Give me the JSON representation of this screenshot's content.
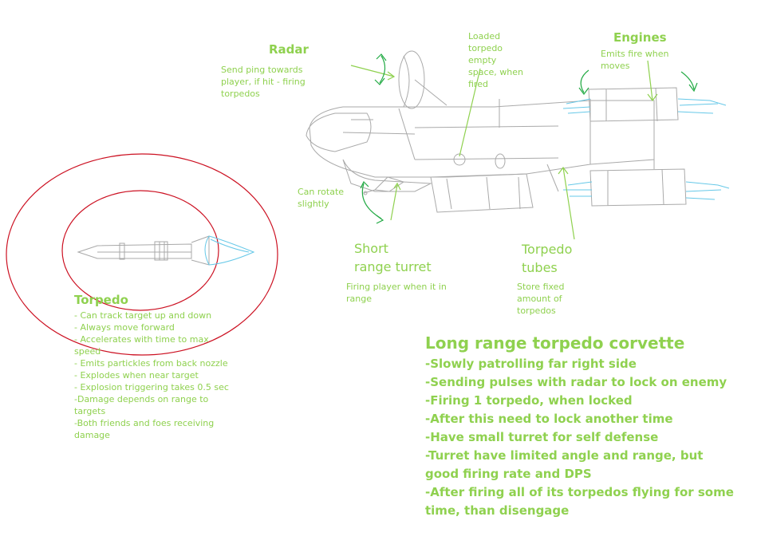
{
  "labels": {
    "radar": {
      "title": "Radar",
      "desc": "Send ping towards\nplayer, if hit - firing\ntorpedos"
    },
    "loaded_torpedo": "Loaded\ntorpedo\nempty\nspace, when\nfired",
    "engines": {
      "title": "Engines",
      "desc": "Emits fire when\nmoves"
    },
    "can_rotate": "Can rotate\nslightly",
    "short_turret": {
      "title": "Short\nrange turret",
      "desc": "Firing player when it in\nrange"
    },
    "torpedo_tubes": {
      "title": "Torpedo\ntubes",
      "desc": "Store fixed\namount of\ntorpedos"
    }
  },
  "torpedo": {
    "title": "Torpedo",
    "lines": [
      "- Can track target up and down",
      "- Always move forward",
      "- Accelerates with time to max\nspeed",
      "- Emits partickles from back nozzle",
      "- Explodes when near target",
      "- Explosion triggering takes 0.5 sec",
      "-Damage depends on range to\ntargets",
      "-Both friends and foes receiving\ndamage"
    ]
  },
  "corvette": {
    "title": "Long range torpedo corvette",
    "lines": [
      "-Slowly patrolling far right side",
      "-Sending pulses with radar to lock on enemy",
      "-Firing 1 torpedo, when locked",
      "-After this need to lock another time",
      "-Have small turret for self defense",
      "-Turret have limited angle and range, but\ngood firing rate and DPS",
      "-After firing all of its torpedos flying for some\ntime, than disengage"
    ]
  },
  "colors": {
    "label_green": "#8fd14f",
    "sketch_gray": "#aaaaaa",
    "arrow_green": "#22aa44",
    "circle_red": "#cc1122",
    "flame_blue": "#66c8e8"
  }
}
